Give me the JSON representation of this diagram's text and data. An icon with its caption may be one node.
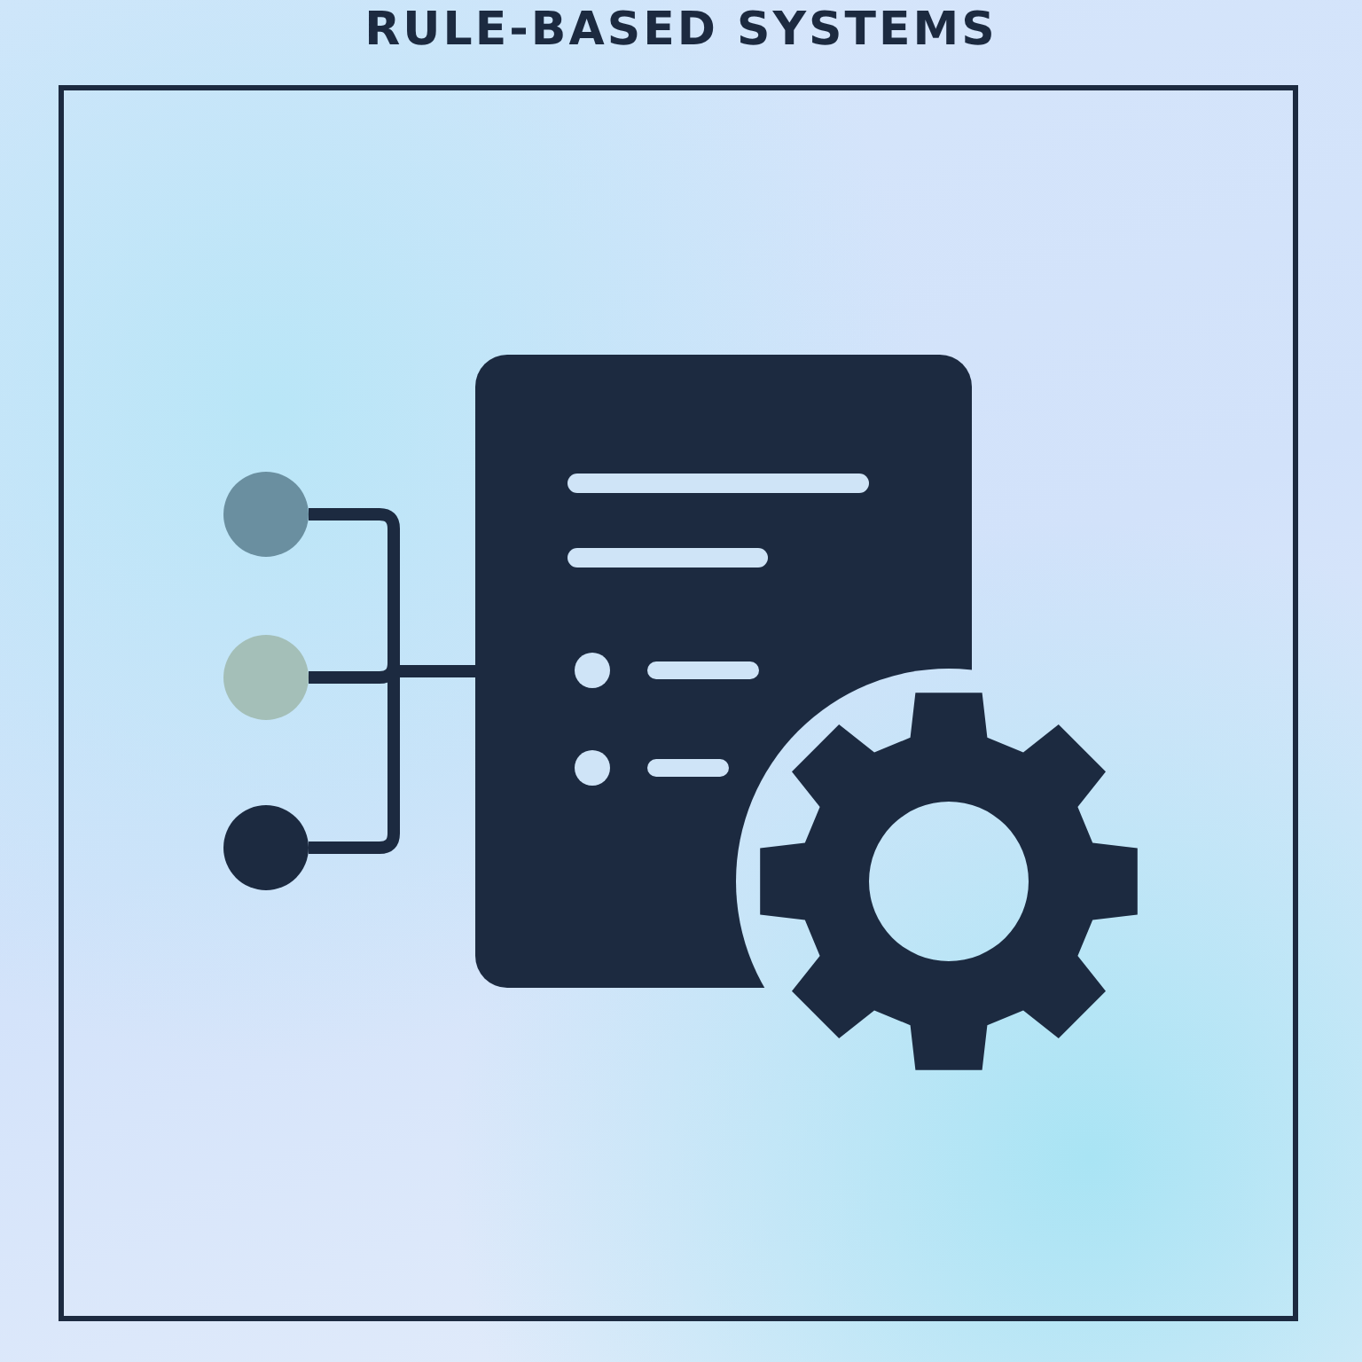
{
  "diagram": {
    "title": "RULE-BASED SYSTEMS",
    "nodes": [
      {
        "text": [],
        "shape": "circle"
      },
      {
        "text": [],
        "shape": "circle"
      },
      {
        "text": [],
        "shape": "circle"
      },
      {
        "text": [],
        "shape": "picture"
      }
    ],
    "edges": [
      {
        "from": 0,
        "to": 3,
        "arrow": "none"
      },
      {
        "from": 1,
        "to": 3,
        "arrow": "none"
      },
      {
        "from": 2,
        "to": 3,
        "arrow": "none"
      }
    ]
  }
}
